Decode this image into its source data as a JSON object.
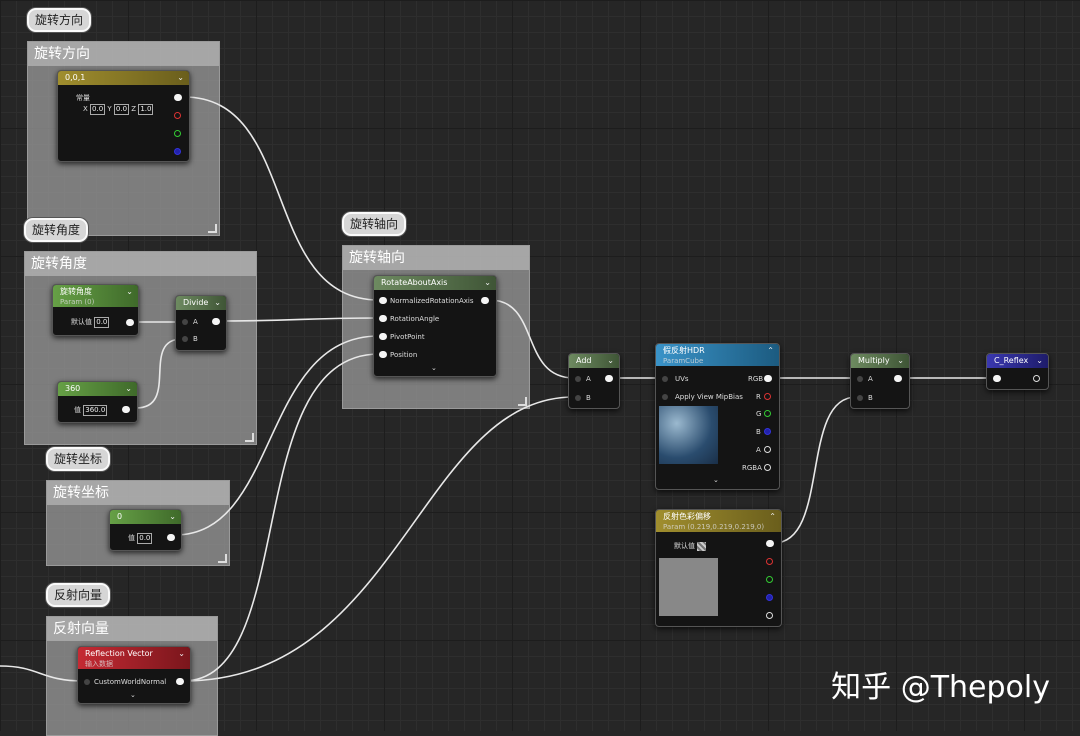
{
  "comments": {
    "rotation_direction": {
      "bubble": "旋转方向",
      "title": "旋转方向"
    },
    "rotation_angle": {
      "bubble": "旋转角度",
      "title": "旋转角度"
    },
    "rotation_axis": {
      "bubble": "旋转轴向",
      "title": "旋转轴向"
    },
    "rotation_coord": {
      "bubble": "旋转坐标",
      "title": "旋转坐标"
    },
    "reflection_vector": {
      "bubble": "反射向量",
      "title": "反射向量"
    }
  },
  "nodes": {
    "const3": {
      "title": "0,0,1",
      "label": "常量",
      "x_label": "X",
      "x": "0.0",
      "y_label": "Y",
      "y": "0.0",
      "z_label": "Z",
      "z": "1.0"
    },
    "angle_param": {
      "title": "旋转角度",
      "subtitle": "Param (0)",
      "default_label": "默认值",
      "default": "0.0"
    },
    "divide": {
      "title": "Divide",
      "a": "A",
      "b": "B"
    },
    "const360": {
      "title": "360",
      "value_label": "值",
      "value": "360.0"
    },
    "rotate": {
      "title": "RotateAboutAxis",
      "pins": [
        "NormalizedRotationAxis",
        "RotationAngle",
        "PivotPoint",
        "Position"
      ]
    },
    "const0": {
      "title": "0",
      "value_label": "值",
      "value": "0.0"
    },
    "reflection": {
      "title": "Reflection Vector",
      "subtitle": "输入数据",
      "pin": "CustomWorldNormal"
    },
    "add": {
      "title": "Add",
      "a": "A",
      "b": "B"
    },
    "hdr": {
      "title": "假反射HDR",
      "subtitle": "ParamCube",
      "uvs": "UVs",
      "mip": "Apply View MipBias",
      "outs": [
        "RGB",
        "R",
        "G",
        "B",
        "A",
        "RGBA"
      ]
    },
    "color_offset": {
      "title": "反射色彩偏移",
      "subtitle": "Param (0.219,0.219,0.219,0)",
      "default_label": "默认值"
    },
    "multiply": {
      "title": "Multiply",
      "a": "A",
      "b": "B"
    },
    "output": {
      "title": "C_Reflex"
    }
  },
  "watermark": "知乎 @Thepoly",
  "colors": {
    "vector_header": "#9c8a2a",
    "param_header": "#5a8a3c",
    "math_header": "#5f7a55",
    "texture_header": "#2f7fb0",
    "reflection_header": "#b5202a",
    "output_header": "#2e2c8a"
  }
}
